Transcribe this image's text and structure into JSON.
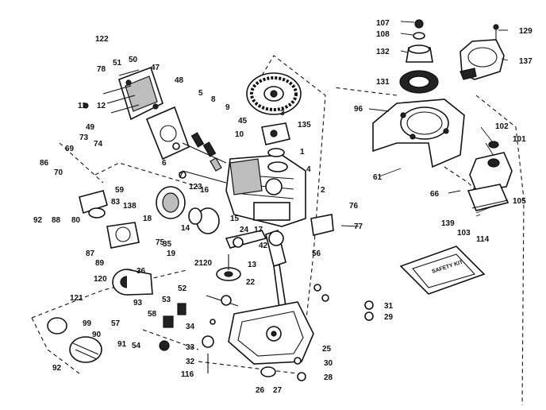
{
  "part_numbers": [
    "122",
    "78",
    "51",
    "50",
    "47",
    "48",
    "5",
    "8",
    "9",
    "10",
    "6",
    "7",
    "12",
    "11",
    "49",
    "73",
    "74",
    "69",
    "86",
    "70",
    "59",
    "135",
    "45",
    "3",
    "1",
    "4",
    "2",
    "138",
    "83",
    "92",
    "88",
    "80",
    "87",
    "89",
    "18",
    "16",
    "123",
    "14",
    "15",
    "24",
    "17",
    "42",
    "13",
    "56",
    "76",
    "77",
    "35",
    "19",
    "21",
    "20",
    "22",
    "120",
    "75",
    "36",
    "93",
    "121",
    "58",
    "57",
    "52",
    "53",
    "99",
    "90",
    "91",
    "54",
    "92",
    "34",
    "33",
    "32",
    "116",
    "26",
    "27",
    "28",
    "25",
    "30",
    "31",
    "29",
    "107",
    "108",
    "132",
    "131",
    "129",
    "137",
    "96",
    "61",
    "102",
    "101",
    "66",
    "105",
    "103",
    "114",
    "139"
  ],
  "decal_text": "SAFETY KIT"
}
